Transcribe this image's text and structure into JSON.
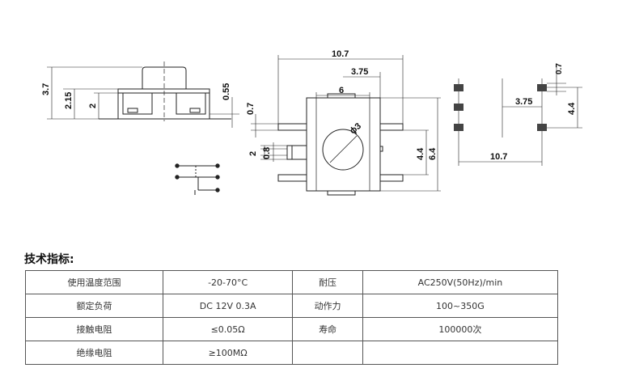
{
  "drawing": {
    "side_view": {
      "h_total": "3.7",
      "h_body": "2.15",
      "h_inner": "2",
      "h_pin": "0.55"
    },
    "top_view": {
      "width": "10.7",
      "offset": "3.75",
      "body_w": "6",
      "pin_h": "0.7",
      "pin_gap": "2",
      "pin_w": "0.8",
      "diameter": "ϕ3",
      "h_inner": "4.4",
      "h_outer": "6.4"
    },
    "pcb_view": {
      "pad_h": "0.7",
      "pad_gap": "3.75",
      "pad_pitch": "4.4",
      "pad_span": "10.7"
    }
  },
  "spec": {
    "title": "技术指标:",
    "rows": [
      {
        "label1": "使用温度范围",
        "value1": "-20-70°C",
        "label2": "耐压",
        "value2": "AC250V(50Hz)/min"
      },
      {
        "label1": "额定负荷",
        "value1": "DC 12V 0.3A",
        "label2": "动作力",
        "value2": "100~350G"
      },
      {
        "label1": "接触电阻",
        "value1": "≤0.05Ω",
        "label2": "寿命",
        "value2": "100000次"
      },
      {
        "label1": "绝缘电阻",
        "value1": "≥100MΩ",
        "label2": "",
        "value2": ""
      }
    ]
  }
}
